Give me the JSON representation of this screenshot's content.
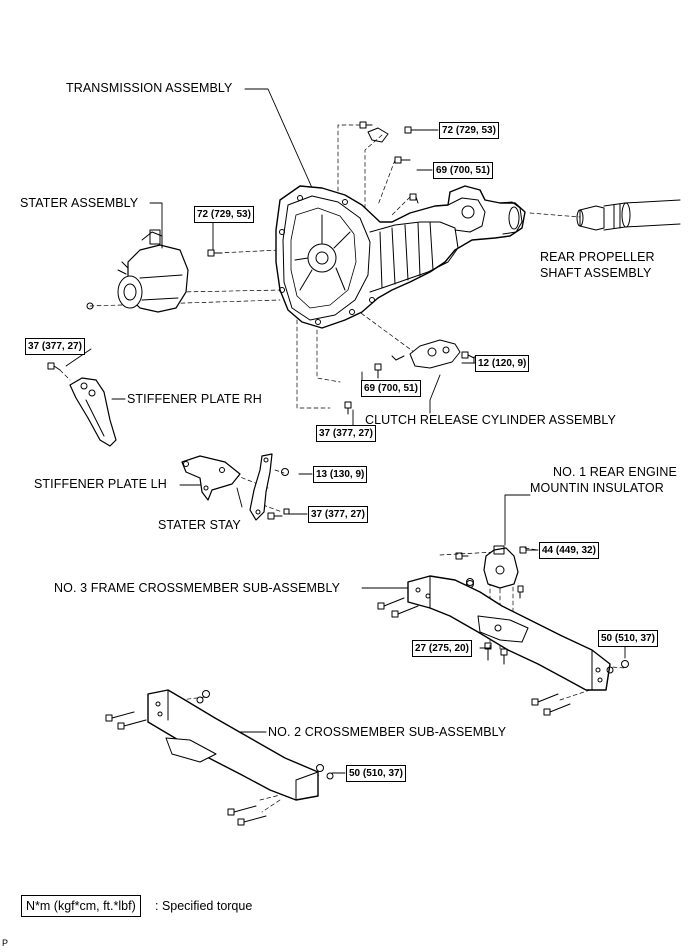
{
  "labels": {
    "transmission": "TRANSMISSION ASSEMBLY",
    "starter": "STATER ASSEMBLY",
    "rear_prop_1": "REAR PROPELLER",
    "rear_prop_2": "SHAFT ASSEMBLY",
    "stiffener_rh": "STIFFENER PLATE RH",
    "clutch_cyl": "CLUTCH RELEASE CYLINDER ASSEMBLY",
    "stiffener_lh": "STIFFENER PLATE LH",
    "stater_stay": "STATER STAY",
    "rear_insulator_1": "NO. 1 REAR ENGINE",
    "rear_insulator_2": "MOUNTIN INSULATOR",
    "frame_crossmember": "NO. 3 FRAME CROSSMEMBER SUB-ASSEMBLY",
    "crossmember_2": "NO. 2 CROSSMEMBER SUB-ASSEMBLY"
  },
  "torques": {
    "t72_top": "72 (729, 53)",
    "t69_top": "69 (700, 51)",
    "t72_starter": "72 (729, 53)",
    "t37_rh": "37 (377, 27)",
    "t12_clutch": "12 (120, 9)",
    "t69_bottom": "69 (700, 51)",
    "t37_trans": "37 (377, 27)",
    "t13_stay": "13 (130, 9)",
    "t37_lh": "37 (377, 27)",
    "t44_insulator": "44 (449, 32)",
    "t27_crossmember": "27 (275, 20)",
    "t50_frame": "50 (510, 37)",
    "t50_no2": "50 (510, 37)"
  },
  "legend": {
    "box": "N*m (kgf*cm, ft.*lbf)",
    "text": ": Specified torque"
  },
  "code": "P"
}
